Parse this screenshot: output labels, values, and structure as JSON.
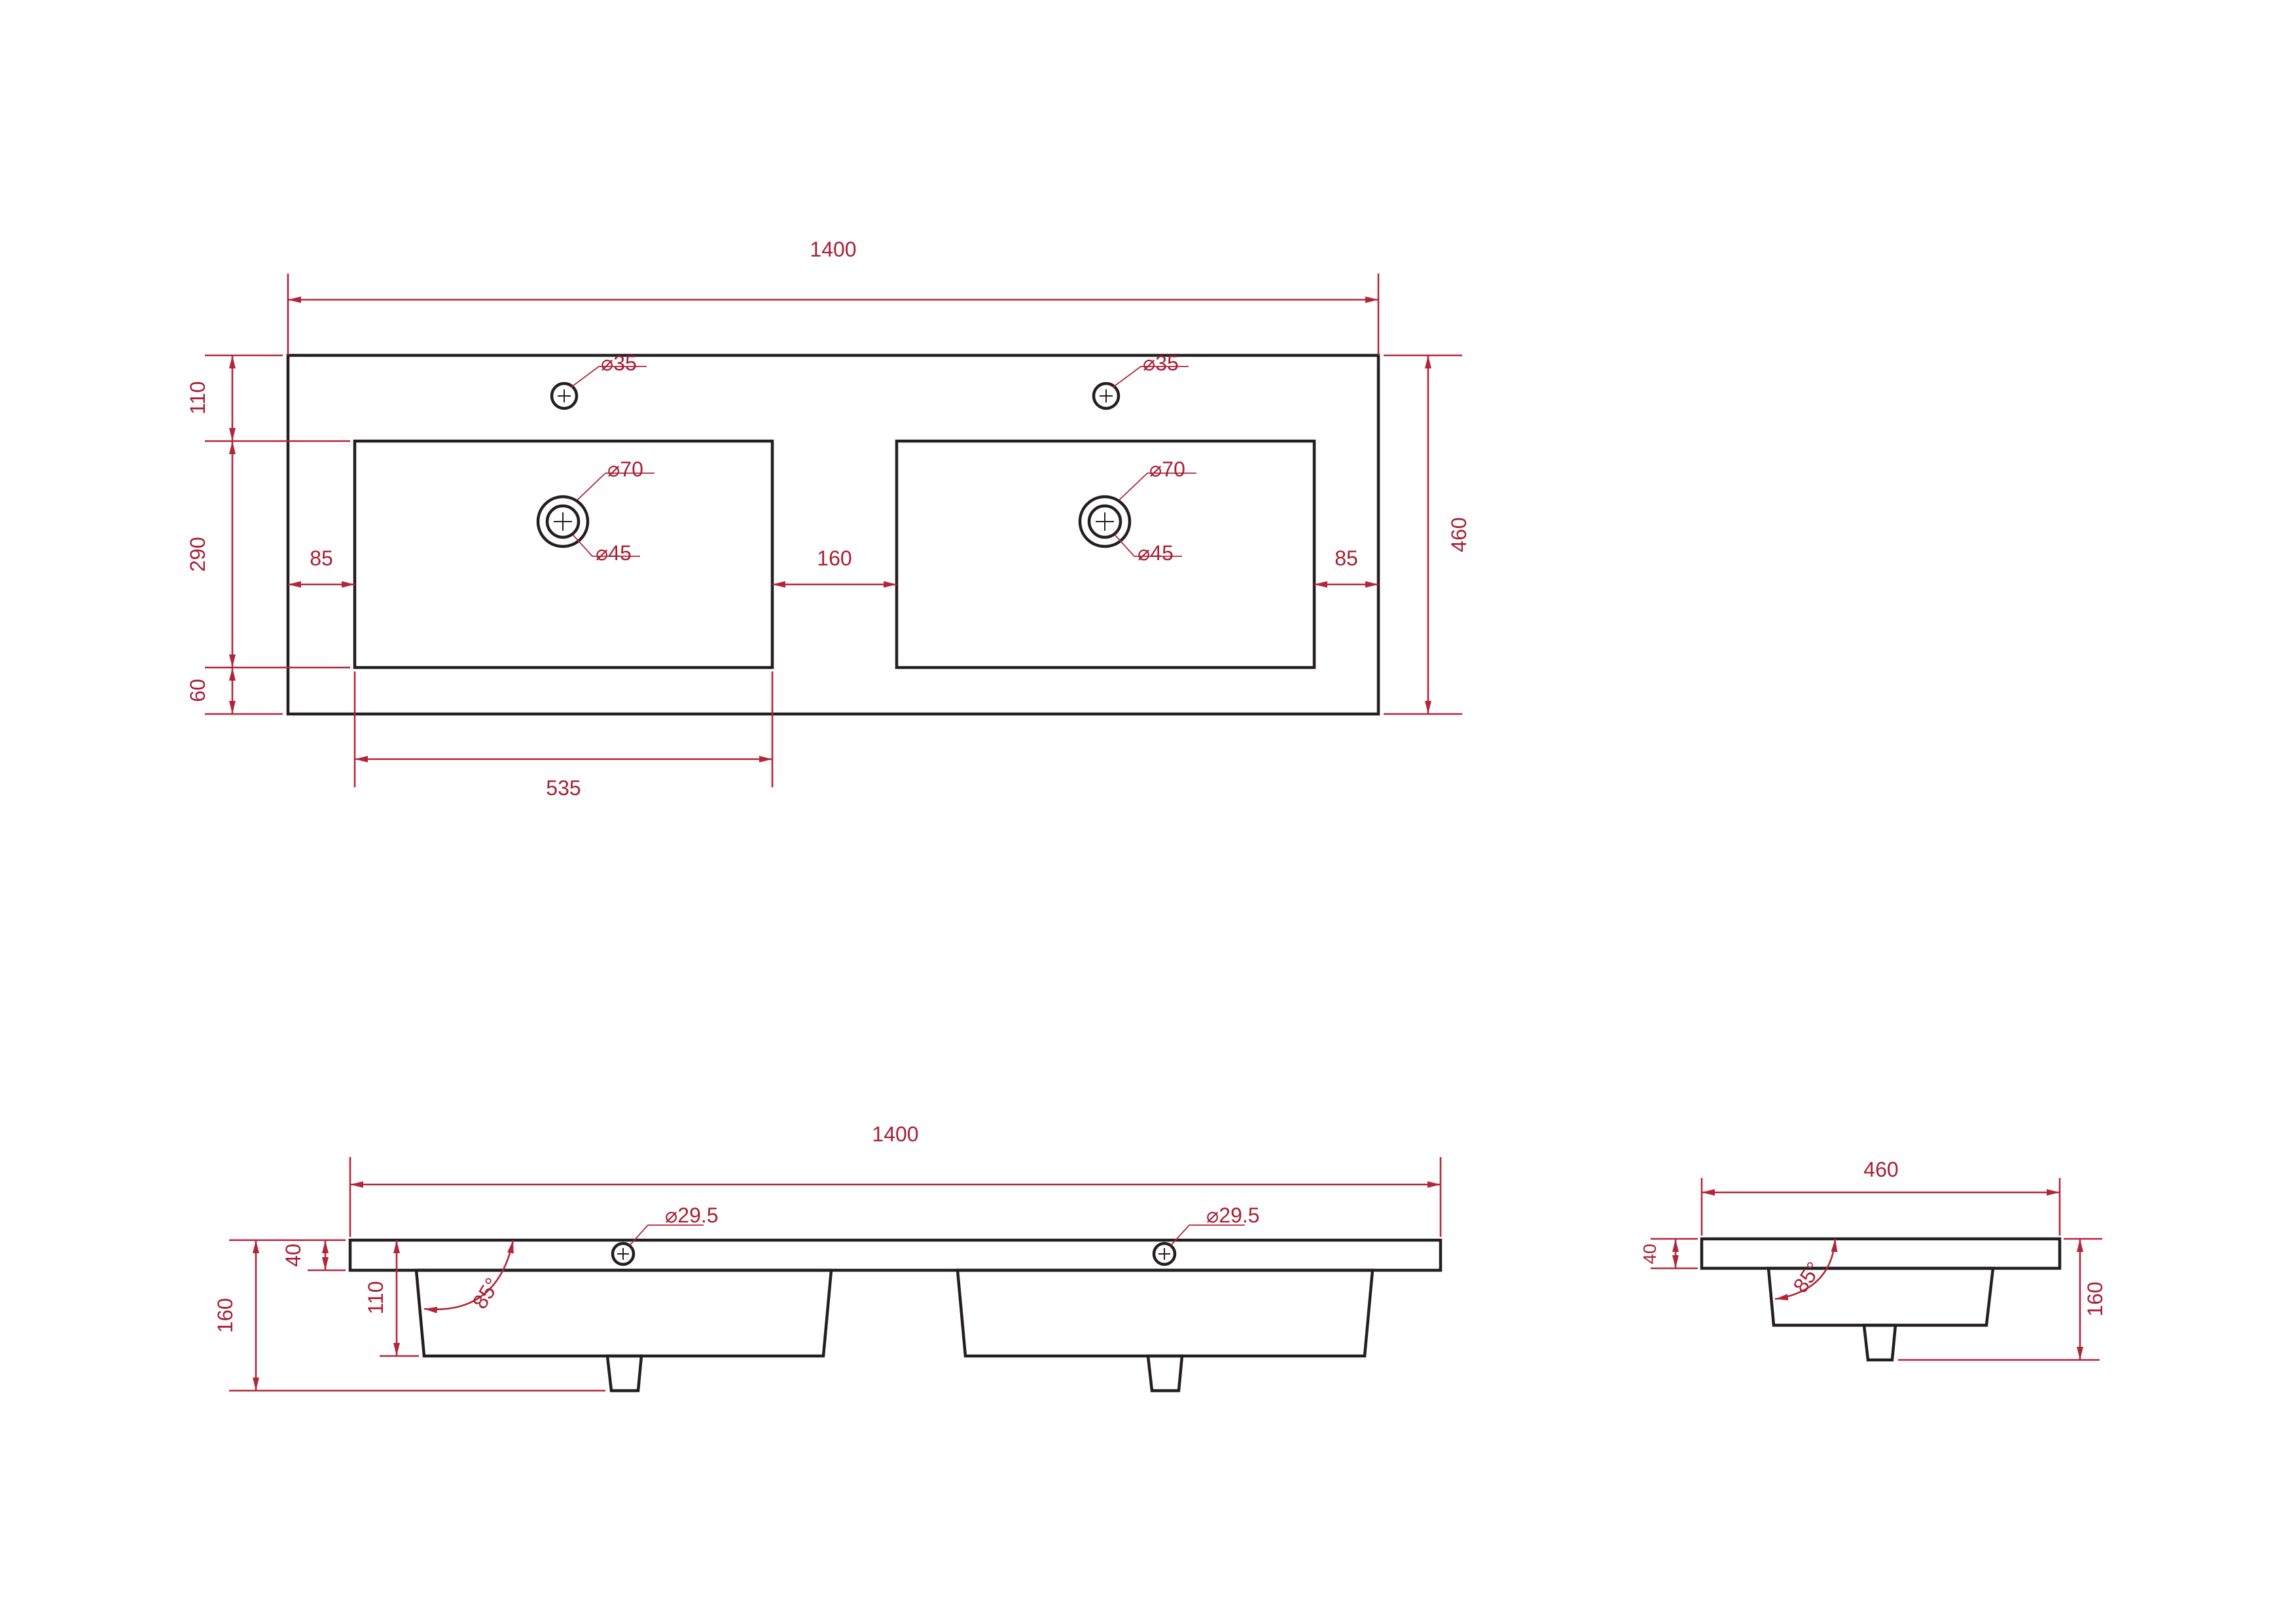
{
  "top_view": {
    "overall_width": "1400",
    "overall_depth": "460",
    "back_margin": "110",
    "bowl_depth": "290",
    "front_margin": "60",
    "side_margin_left": "85",
    "side_margin_right": "85",
    "bowl_gap": "160",
    "bowl_width": "535",
    "tap_hole_left": "35",
    "tap_hole_right": "35",
    "drain_outer_left": "70",
    "drain_inner_left": "45",
    "drain_outer_right": "70",
    "drain_inner_right": "45"
  },
  "front_view": {
    "overall_width": "1400",
    "total_height": "160",
    "slab_thickness": "40",
    "bowl_height": "110",
    "angle": "85°",
    "overflow_left": "29.5",
    "overflow_right": "29.5"
  },
  "side_view": {
    "depth": "460",
    "slab_thickness": "40",
    "total_height": "160",
    "angle": "85°"
  },
  "symbols": {
    "diameter": "⌀"
  },
  "colors": {
    "outline": "#231f20",
    "dimension": "#b3263a"
  }
}
